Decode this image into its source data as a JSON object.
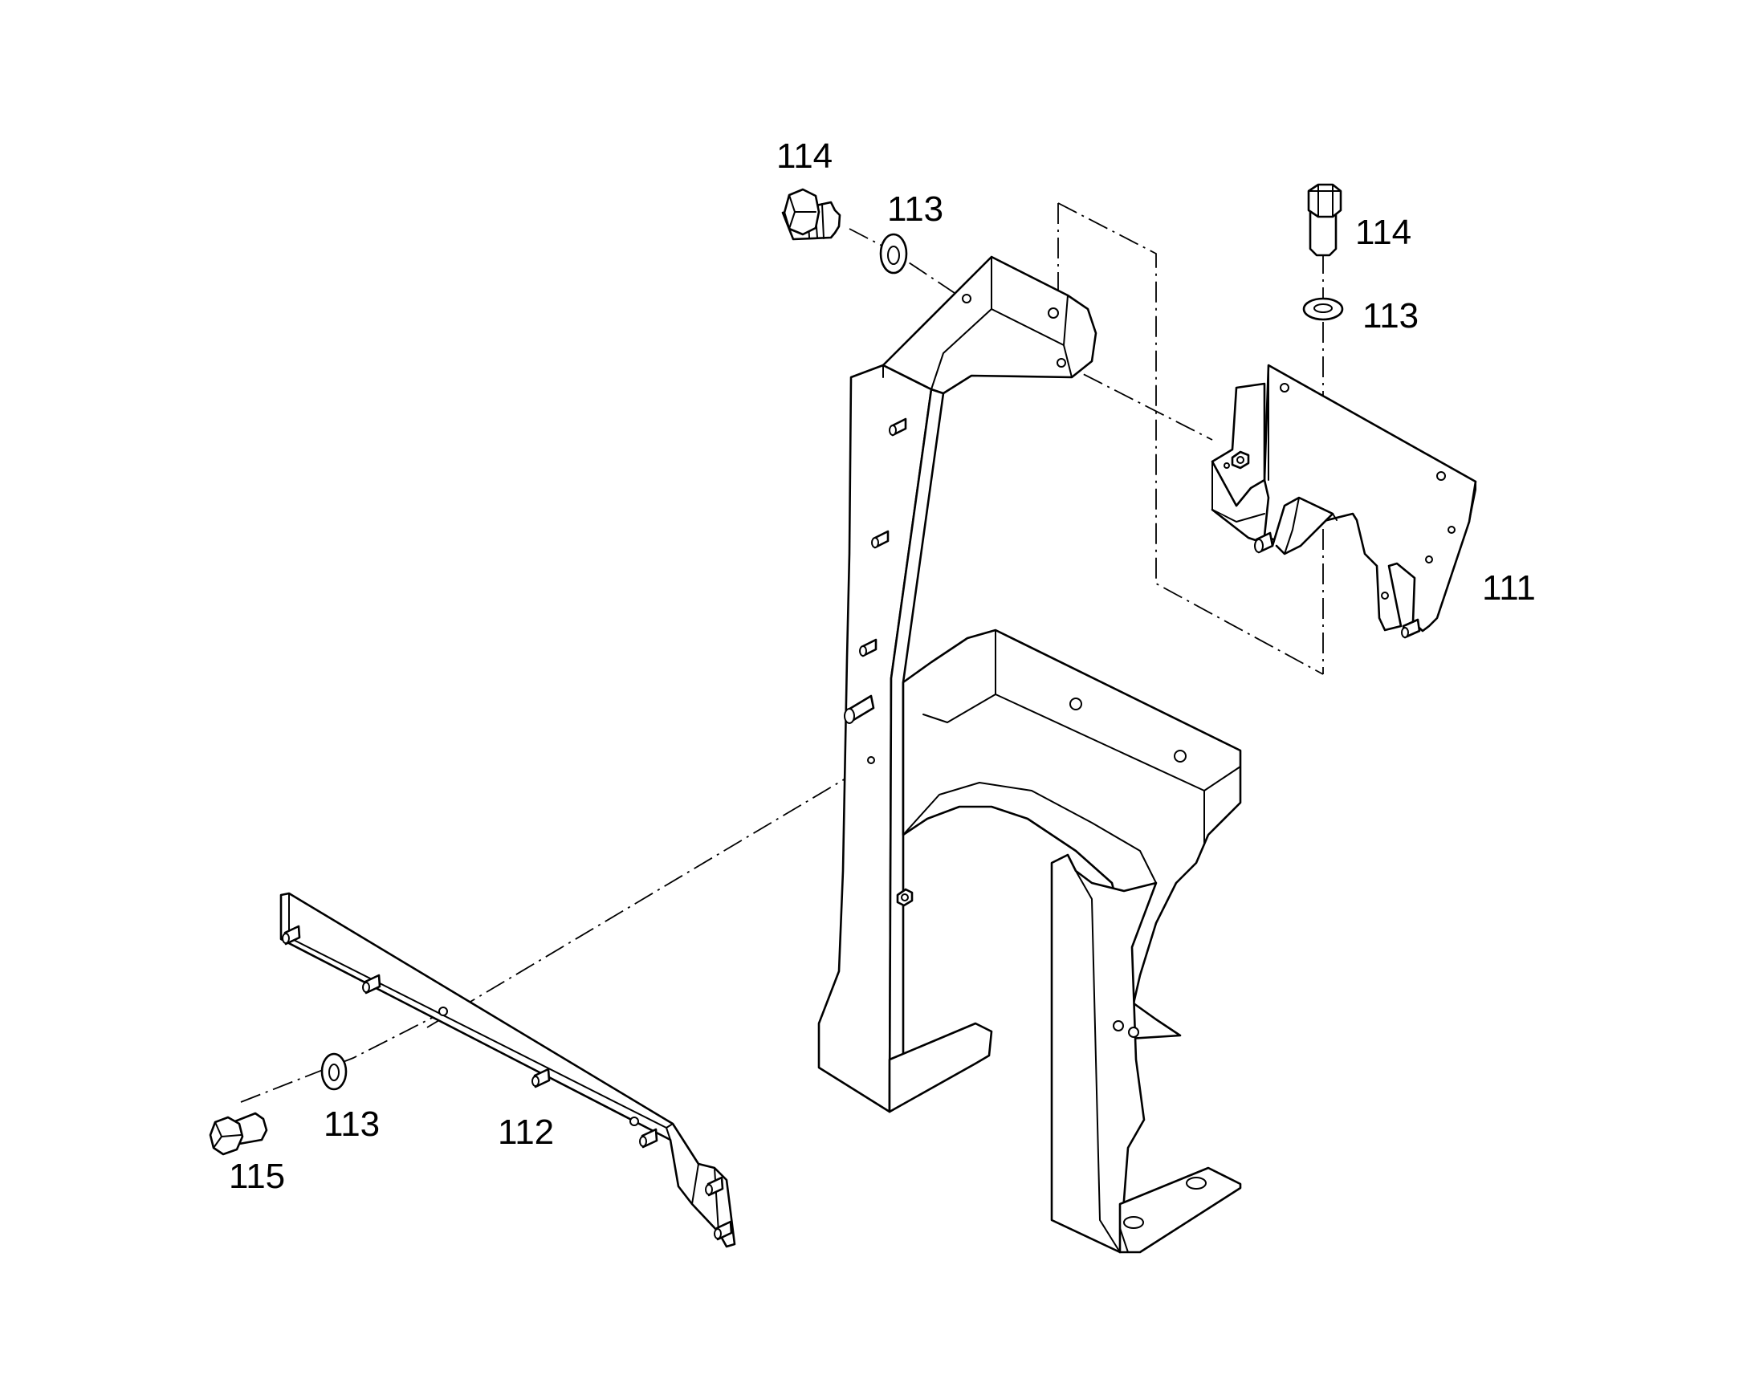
{
  "diagram": {
    "callouts": {
      "frame_bracket": "111",
      "side_rail": "112",
      "washer_top_left": "113",
      "washer_top_right": "113",
      "washer_bottom": "113",
      "bolt_top_left": "114",
      "bolt_top_right": "114",
      "bolt_bottom": "115"
    },
    "colors": {
      "line": "#000000",
      "background": "#ffffff"
    }
  }
}
